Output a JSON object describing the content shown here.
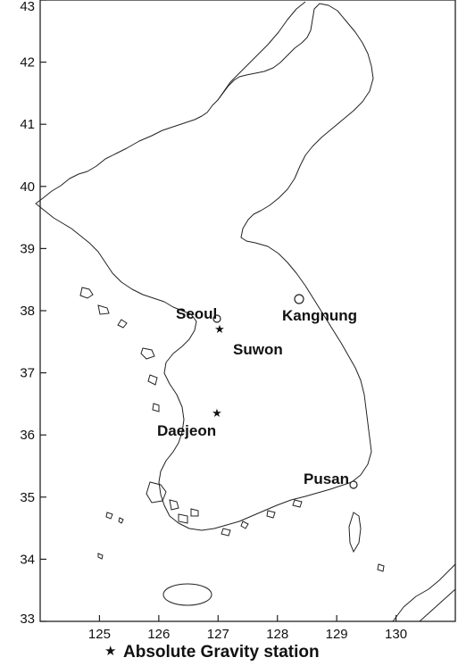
{
  "map": {
    "x_ticks": [
      "125",
      "126",
      "127",
      "128",
      "129",
      "130"
    ],
    "y_ticks": [
      "33",
      "34",
      "35",
      "36",
      "37",
      "38",
      "39",
      "40",
      "41",
      "42",
      "43"
    ],
    "cities": [
      {
        "label": "Seoul",
        "marker": "circle"
      },
      {
        "label": "Kangnung",
        "marker": "circle"
      },
      {
        "label": "Suwon",
        "marker": "star"
      },
      {
        "label": "Daejeon",
        "marker": "star"
      },
      {
        "label": "Pusan",
        "marker": "circle"
      }
    ],
    "legend": {
      "symbol": "★",
      "label": "Absolute Gravity station"
    },
    "colors": {
      "ink": "#222222",
      "background": "#ffffff"
    }
  }
}
